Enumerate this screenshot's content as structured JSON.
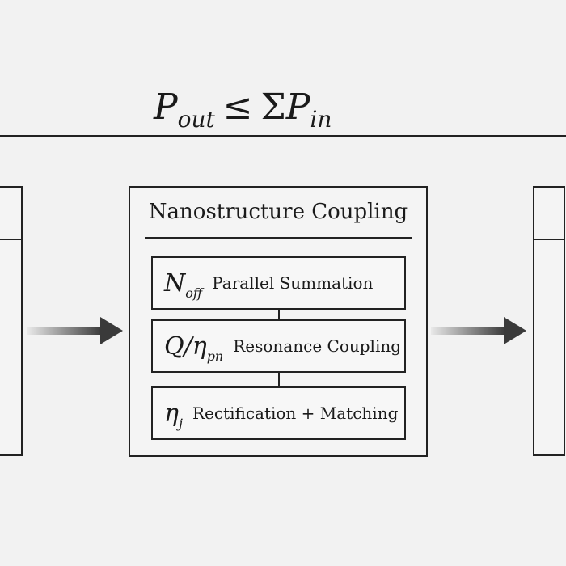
{
  "equation": {
    "lhs_var": "P",
    "lhs_sub": "out",
    "operator": "≤",
    "sum_symbol": "Σ",
    "rhs_var": "P",
    "rhs_sub": "in"
  },
  "center_block": {
    "title": "Nanostructure Coupling",
    "rows": [
      {
        "symbol": "N",
        "symbol_sub": "off",
        "label": "Parallel Summation"
      },
      {
        "symbol": "Q/η",
        "symbol_sub": "pn",
        "label": "Resonance Coupling"
      },
      {
        "symbol": "η",
        "symbol_sub": "j",
        "label": "Rectification + Matching"
      }
    ]
  },
  "colors": {
    "background": "#f2f2f2",
    "stroke": "#222222",
    "arrow": "#3a3a3a"
  },
  "icons": {
    "left_arrow": "right-arrow-icon",
    "right_arrow": "right-arrow-icon"
  }
}
